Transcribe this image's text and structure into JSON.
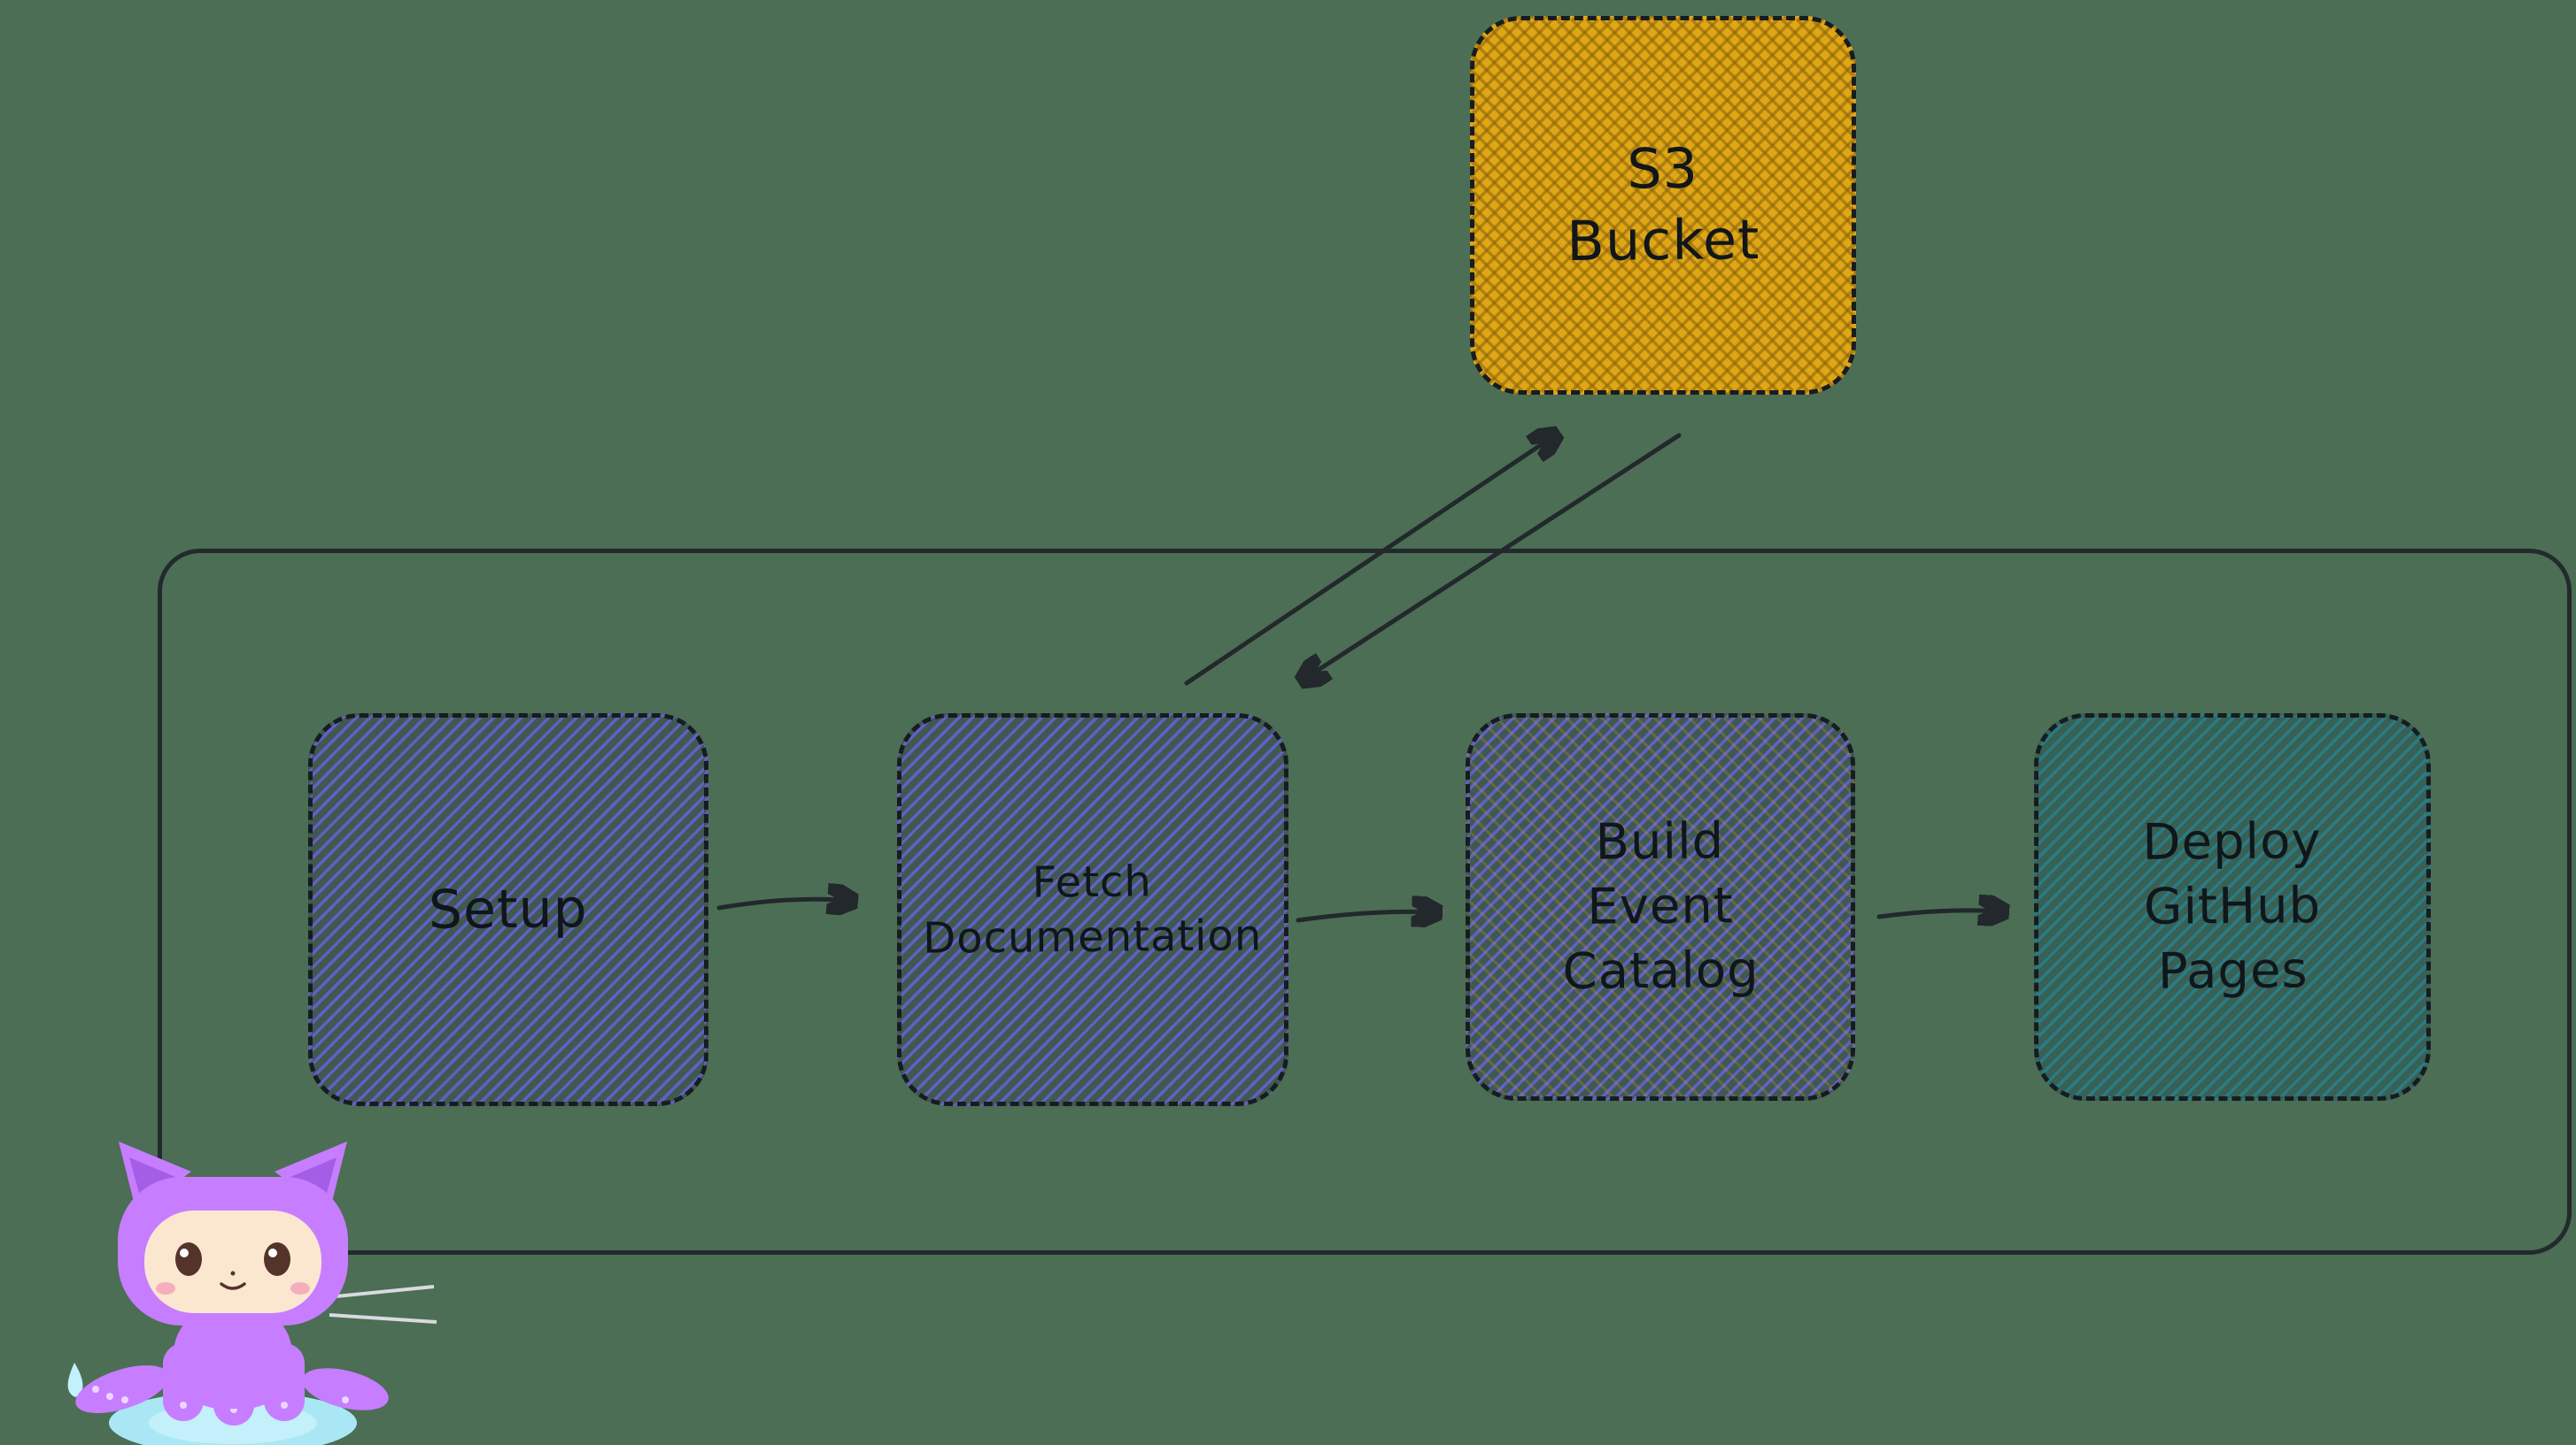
{
  "diagram": {
    "background_color": "#4b6e55",
    "stroke_color": "#23282c",
    "nodes": {
      "s3_bucket": {
        "label": "S3\nBucket",
        "fill_color": "#dfa616",
        "pattern": "cross-hatch",
        "border_style": "dashed"
      },
      "setup": {
        "label": "Setup",
        "fill_color": "#6861d9",
        "pattern": "hachure",
        "border_style": "dashed"
      },
      "fetch_documentation": {
        "label": "Fetch\nDocumentation",
        "fill_color": "#6861d9",
        "pattern": "hachure",
        "border_style": "dashed"
      },
      "build_event_catalog": {
        "label": "Build\nEvent\nCatalog",
        "fill_color": "#6861d9",
        "pattern": "hachure",
        "border_style": "dashed"
      },
      "deploy_github_pages": {
        "label": "Deploy\nGitHub\nPages",
        "fill_color": "#28808a",
        "pattern": "hachure",
        "border_style": "dashed"
      }
    },
    "edges": [
      {
        "from": "setup",
        "to": "fetch_documentation",
        "type": "arrow"
      },
      {
        "from": "fetch_documentation",
        "to": "build_event_catalog",
        "type": "arrow"
      },
      {
        "from": "build_event_catalog",
        "to": "deploy_github_pages",
        "type": "arrow"
      },
      {
        "from": "fetch_documentation",
        "to": "s3_bucket",
        "type": "arrow"
      },
      {
        "from": "s3_bucket",
        "to": "fetch_documentation",
        "type": "arrow"
      }
    ],
    "mascot": {
      "name": "github-octocat",
      "body_color": "#c77dff",
      "face_color": "#fbe7d0",
      "base_color": "#a9e7f4"
    }
  }
}
